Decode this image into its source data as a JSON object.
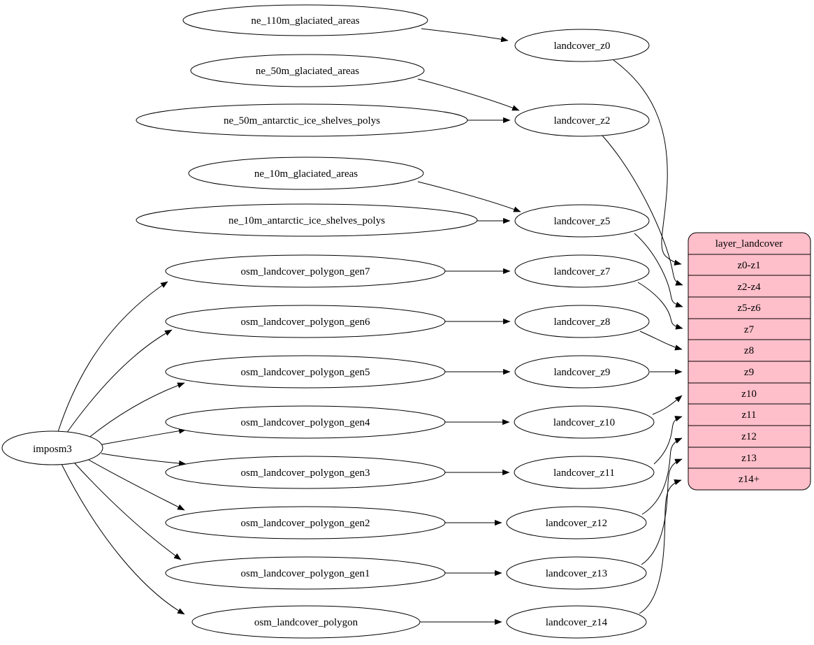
{
  "graph": {
    "background": "#ffffff",
    "node_fill": "#ffffff",
    "edge_color": "#000000",
    "source": "imposm3",
    "left_nodes": [
      "ne_110m_glaciated_areas",
      "ne_50m_glaciated_areas",
      "ne_50m_antarctic_ice_shelves_polys",
      "ne_10m_glaciated_areas",
      "ne_10m_antarctic_ice_shelves_polys",
      "osm_landcover_polygon_gen7",
      "osm_landcover_polygon_gen6",
      "osm_landcover_polygon_gen5",
      "osm_landcover_polygon_gen4",
      "osm_landcover_polygon_gen3",
      "osm_landcover_polygon_gen2",
      "osm_landcover_polygon_gen1",
      "osm_landcover_polygon"
    ],
    "middle_nodes": [
      "landcover_z0",
      "landcover_z2",
      "landcover_z5",
      "landcover_z7",
      "landcover_z8",
      "landcover_z9",
      "landcover_z10",
      "landcover_z11",
      "landcover_z12",
      "landcover_z13",
      "landcover_z14"
    ],
    "table": {
      "title": "layer_landcover",
      "fill": "#ffbfca",
      "rows": [
        "z0-z1",
        "z2-z4",
        "z5-z6",
        "z7",
        "z8",
        "z9",
        "z10",
        "z11",
        "z12",
        "z13",
        "z14+"
      ]
    },
    "edges": [
      {
        "from": "imposm3",
        "to": "osm_landcover_polygon_gen7"
      },
      {
        "from": "imposm3",
        "to": "osm_landcover_polygon_gen6"
      },
      {
        "from": "imposm3",
        "to": "osm_landcover_polygon_gen5"
      },
      {
        "from": "imposm3",
        "to": "osm_landcover_polygon_gen4"
      },
      {
        "from": "imposm3",
        "to": "osm_landcover_polygon_gen3"
      },
      {
        "from": "imposm3",
        "to": "osm_landcover_polygon_gen2"
      },
      {
        "from": "imposm3",
        "to": "osm_landcover_polygon_gen1"
      },
      {
        "from": "imposm3",
        "to": "osm_landcover_polygon"
      },
      {
        "from": "ne_110m_glaciated_areas",
        "to": "landcover_z0"
      },
      {
        "from": "ne_50m_glaciated_areas",
        "to": "landcover_z2"
      },
      {
        "from": "ne_50m_antarctic_ice_shelves_polys",
        "to": "landcover_z2"
      },
      {
        "from": "ne_10m_glaciated_areas",
        "to": "landcover_z5"
      },
      {
        "from": "ne_10m_antarctic_ice_shelves_polys",
        "to": "landcover_z5"
      },
      {
        "from": "osm_landcover_polygon_gen7",
        "to": "landcover_z7"
      },
      {
        "from": "osm_landcover_polygon_gen6",
        "to": "landcover_z8"
      },
      {
        "from": "osm_landcover_polygon_gen5",
        "to": "landcover_z9"
      },
      {
        "from": "osm_landcover_polygon_gen4",
        "to": "landcover_z10"
      },
      {
        "from": "osm_landcover_polygon_gen3",
        "to": "landcover_z11"
      },
      {
        "from": "osm_landcover_polygon_gen2",
        "to": "landcover_z12"
      },
      {
        "from": "osm_landcover_polygon_gen1",
        "to": "landcover_z13"
      },
      {
        "from": "osm_landcover_polygon",
        "to": "landcover_z14"
      },
      {
        "from": "landcover_z0",
        "to": "layer_landcover:z0-z1"
      },
      {
        "from": "landcover_z2",
        "to": "layer_landcover:z2-z4"
      },
      {
        "from": "landcover_z5",
        "to": "layer_landcover:z5-z6"
      },
      {
        "from": "landcover_z7",
        "to": "layer_landcover:z7"
      },
      {
        "from": "landcover_z8",
        "to": "layer_landcover:z8"
      },
      {
        "from": "landcover_z9",
        "to": "layer_landcover:z9"
      },
      {
        "from": "landcover_z10",
        "to": "layer_landcover:z10"
      },
      {
        "from": "landcover_z11",
        "to": "layer_landcover:z11"
      },
      {
        "from": "landcover_z12",
        "to": "layer_landcover:z12"
      },
      {
        "from": "landcover_z13",
        "to": "layer_landcover:z13"
      },
      {
        "from": "landcover_z14",
        "to": "layer_landcover:z14+"
      }
    ]
  }
}
